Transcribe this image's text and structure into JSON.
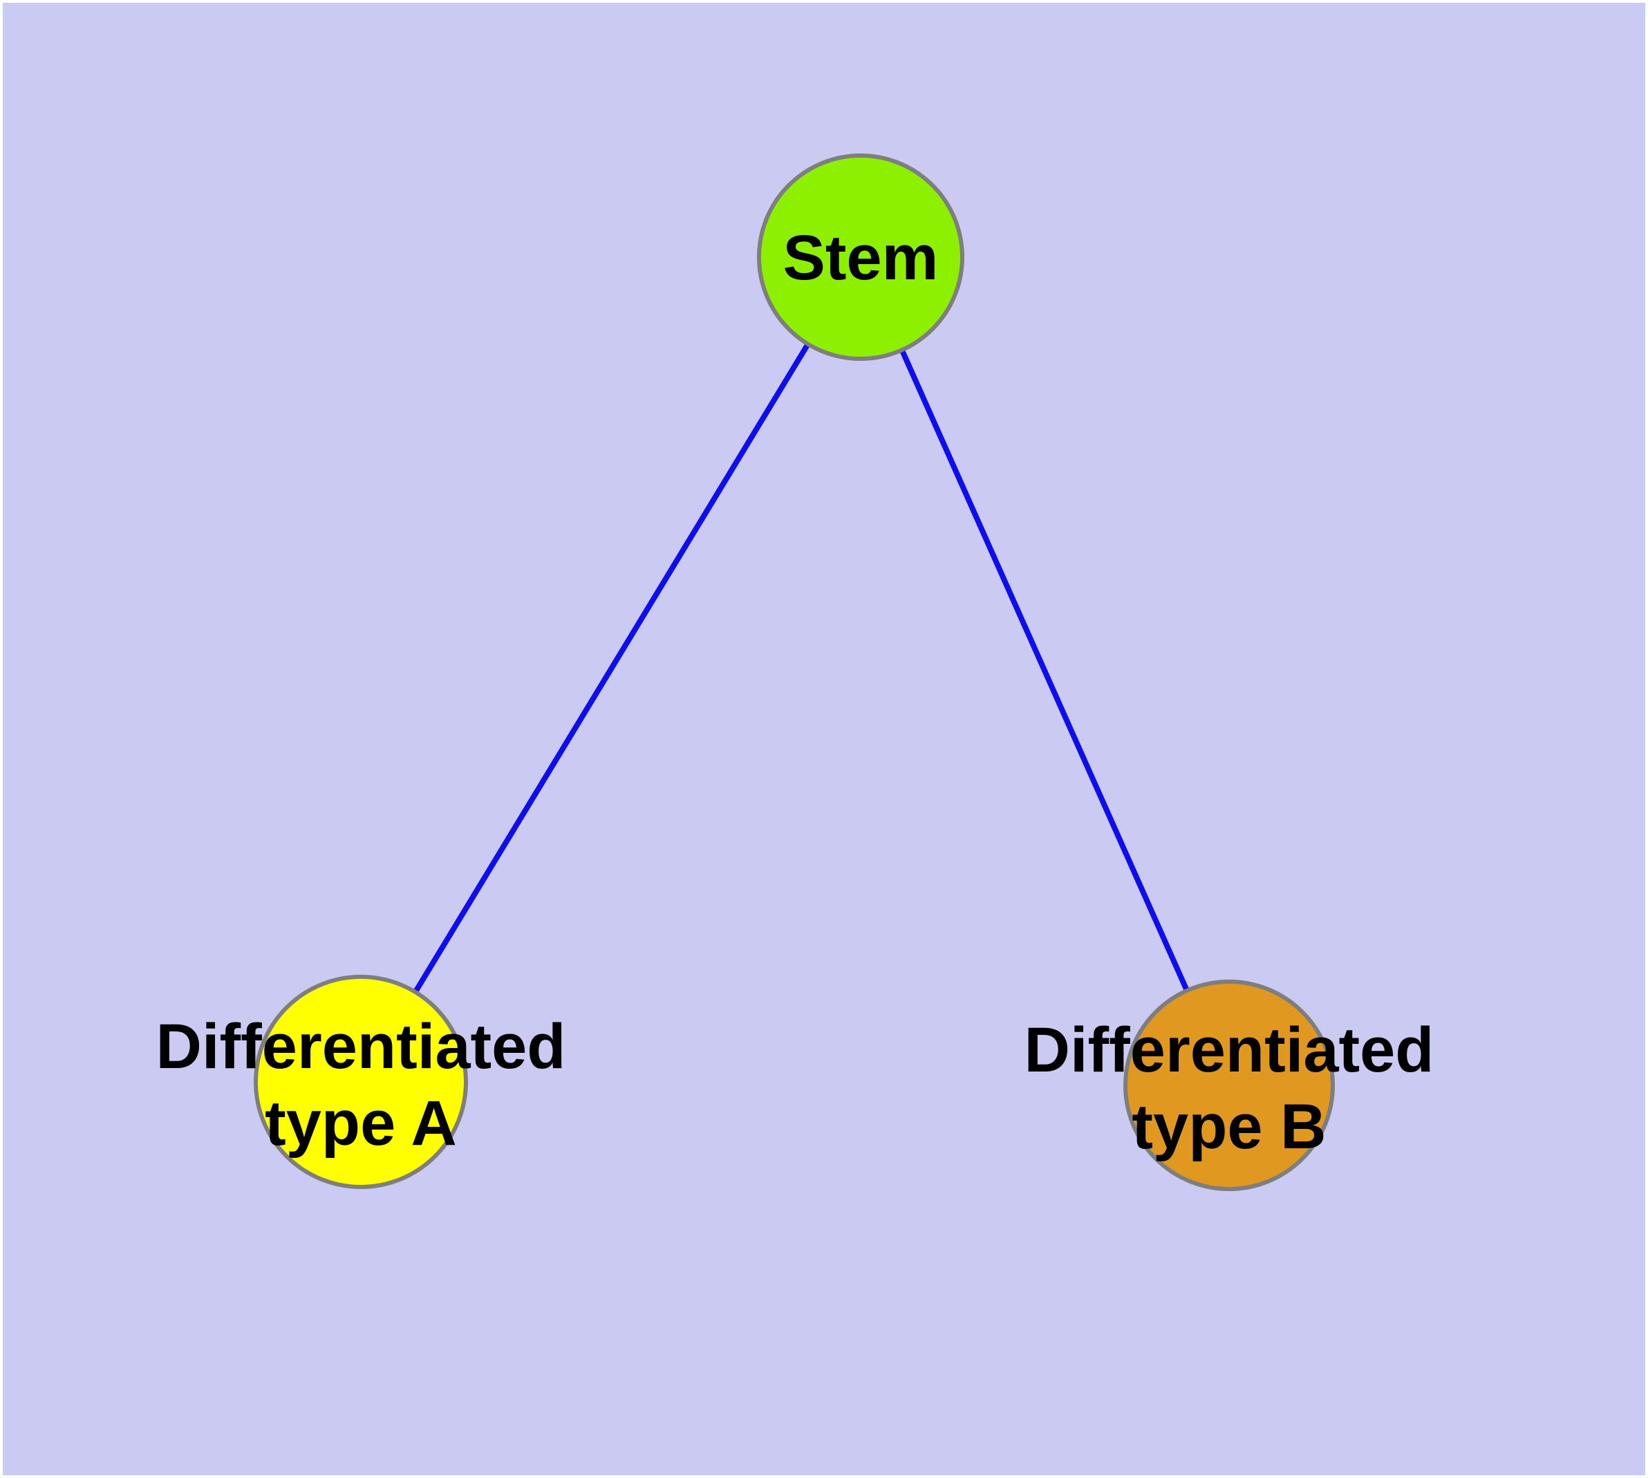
{
  "diagram": {
    "type": "node-link-graph",
    "description": "Stem cell differentiation tree",
    "background_color": "#CACAF3",
    "edge_color": "#0D0DEE",
    "node_border_color": "#7E7E7E",
    "label_color": "#000000",
    "nodes": [
      {
        "id": "stem",
        "label": "Stem",
        "lines": [
          "Stem"
        ],
        "fill": "#8DF000"
      },
      {
        "id": "differentiated-type-a",
        "label": "Differentiated type A",
        "lines": [
          "Differentiated",
          "type A"
        ],
        "fill": "#FFFF00"
      },
      {
        "id": "differentiated-type-b",
        "label": "Differentiated type B",
        "lines": [
          "Differentiated",
          "type B"
        ],
        "fill": "#E09820"
      }
    ],
    "edges": [
      {
        "from": "Stem",
        "to": "Differentiated type A"
      },
      {
        "from": "Stem",
        "to": "Differentiated type B"
      }
    ]
  }
}
